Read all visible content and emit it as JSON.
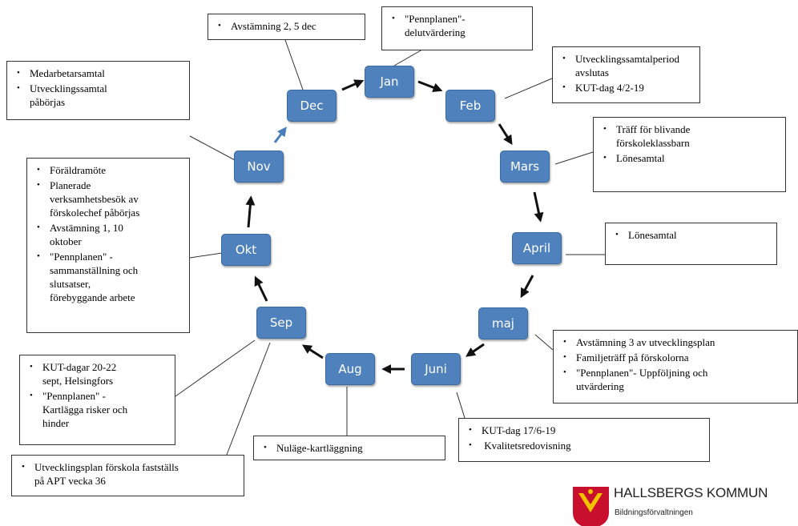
{
  "months": [
    {
      "id": "jan",
      "label": "Jan"
    },
    {
      "id": "feb",
      "label": "Feb"
    },
    {
      "id": "mars",
      "label": "Mars"
    },
    {
      "id": "april",
      "label": "April"
    },
    {
      "id": "maj",
      "label": "maj"
    },
    {
      "id": "juni",
      "label": "Juni"
    },
    {
      "id": "aug",
      "label": "Aug"
    },
    {
      "id": "sep",
      "label": "Sep"
    },
    {
      "id": "okt",
      "label": "Okt"
    },
    {
      "id": "nov",
      "label": "Nov"
    },
    {
      "id": "dec",
      "label": "Dec"
    }
  ],
  "notes": {
    "dec": [
      "Avstämning  2, 5 dec"
    ],
    "jan": [
      "\"Pennplanen\"-\ndelutvärdering"
    ],
    "feb": [
      "Utvecklingssamtalperiod\navslutas",
      "KUT-dag 4/2-19"
    ],
    "mars": [
      "Träff för blivande\nförskoleklassbarn",
      "Lönesamtal"
    ],
    "april": [
      "Lönesamtal"
    ],
    "maj": [
      "Avstämning  3 av utvecklingsplan",
      "Familjeträff  på förskolorna",
      "\"Pennplanen\"-  Uppföljning  och\nutvärdering"
    ],
    "juni": [
      "KUT-dag 17/6-19",
      " Kvalitetsredovisning"
    ],
    "aug": [
      "Nuläge-kartläggning"
    ],
    "sep_a": [
      "KUT-dagar 20-22\nsept, Helsingfors",
      "\"Pennplanen\"  -\nKartlägga  risker  och\nhinder"
    ],
    "sep_b": [
      "Utvecklingsplan  förskola  fastställs\npå APT vecka 36"
    ],
    "okt": [
      "Föräldramöte",
      "Planerade\nverksamhetsbesök  av\nförskolechef  påbörjas",
      "Avstämning  1, 10\noktober",
      "\"Pennplanen\"  -\nsammanställning  och\nslutsatser,\nförebyggande  arbete"
    ],
    "nov": [
      "Medarbetarsamtal",
      "Utvecklingssamtal\npåbörjas"
    ]
  },
  "logo": {
    "name": "HALLSBERGS KOMMUN",
    "sub": "Bildningsförvaltningen"
  },
  "colors": {
    "month_fill": "#4f81bd",
    "arrow_black": "#111111",
    "arrow_blue": "#4a7ebb",
    "logo_red": "#c8102e",
    "logo_yellow": "#f2c200"
  }
}
